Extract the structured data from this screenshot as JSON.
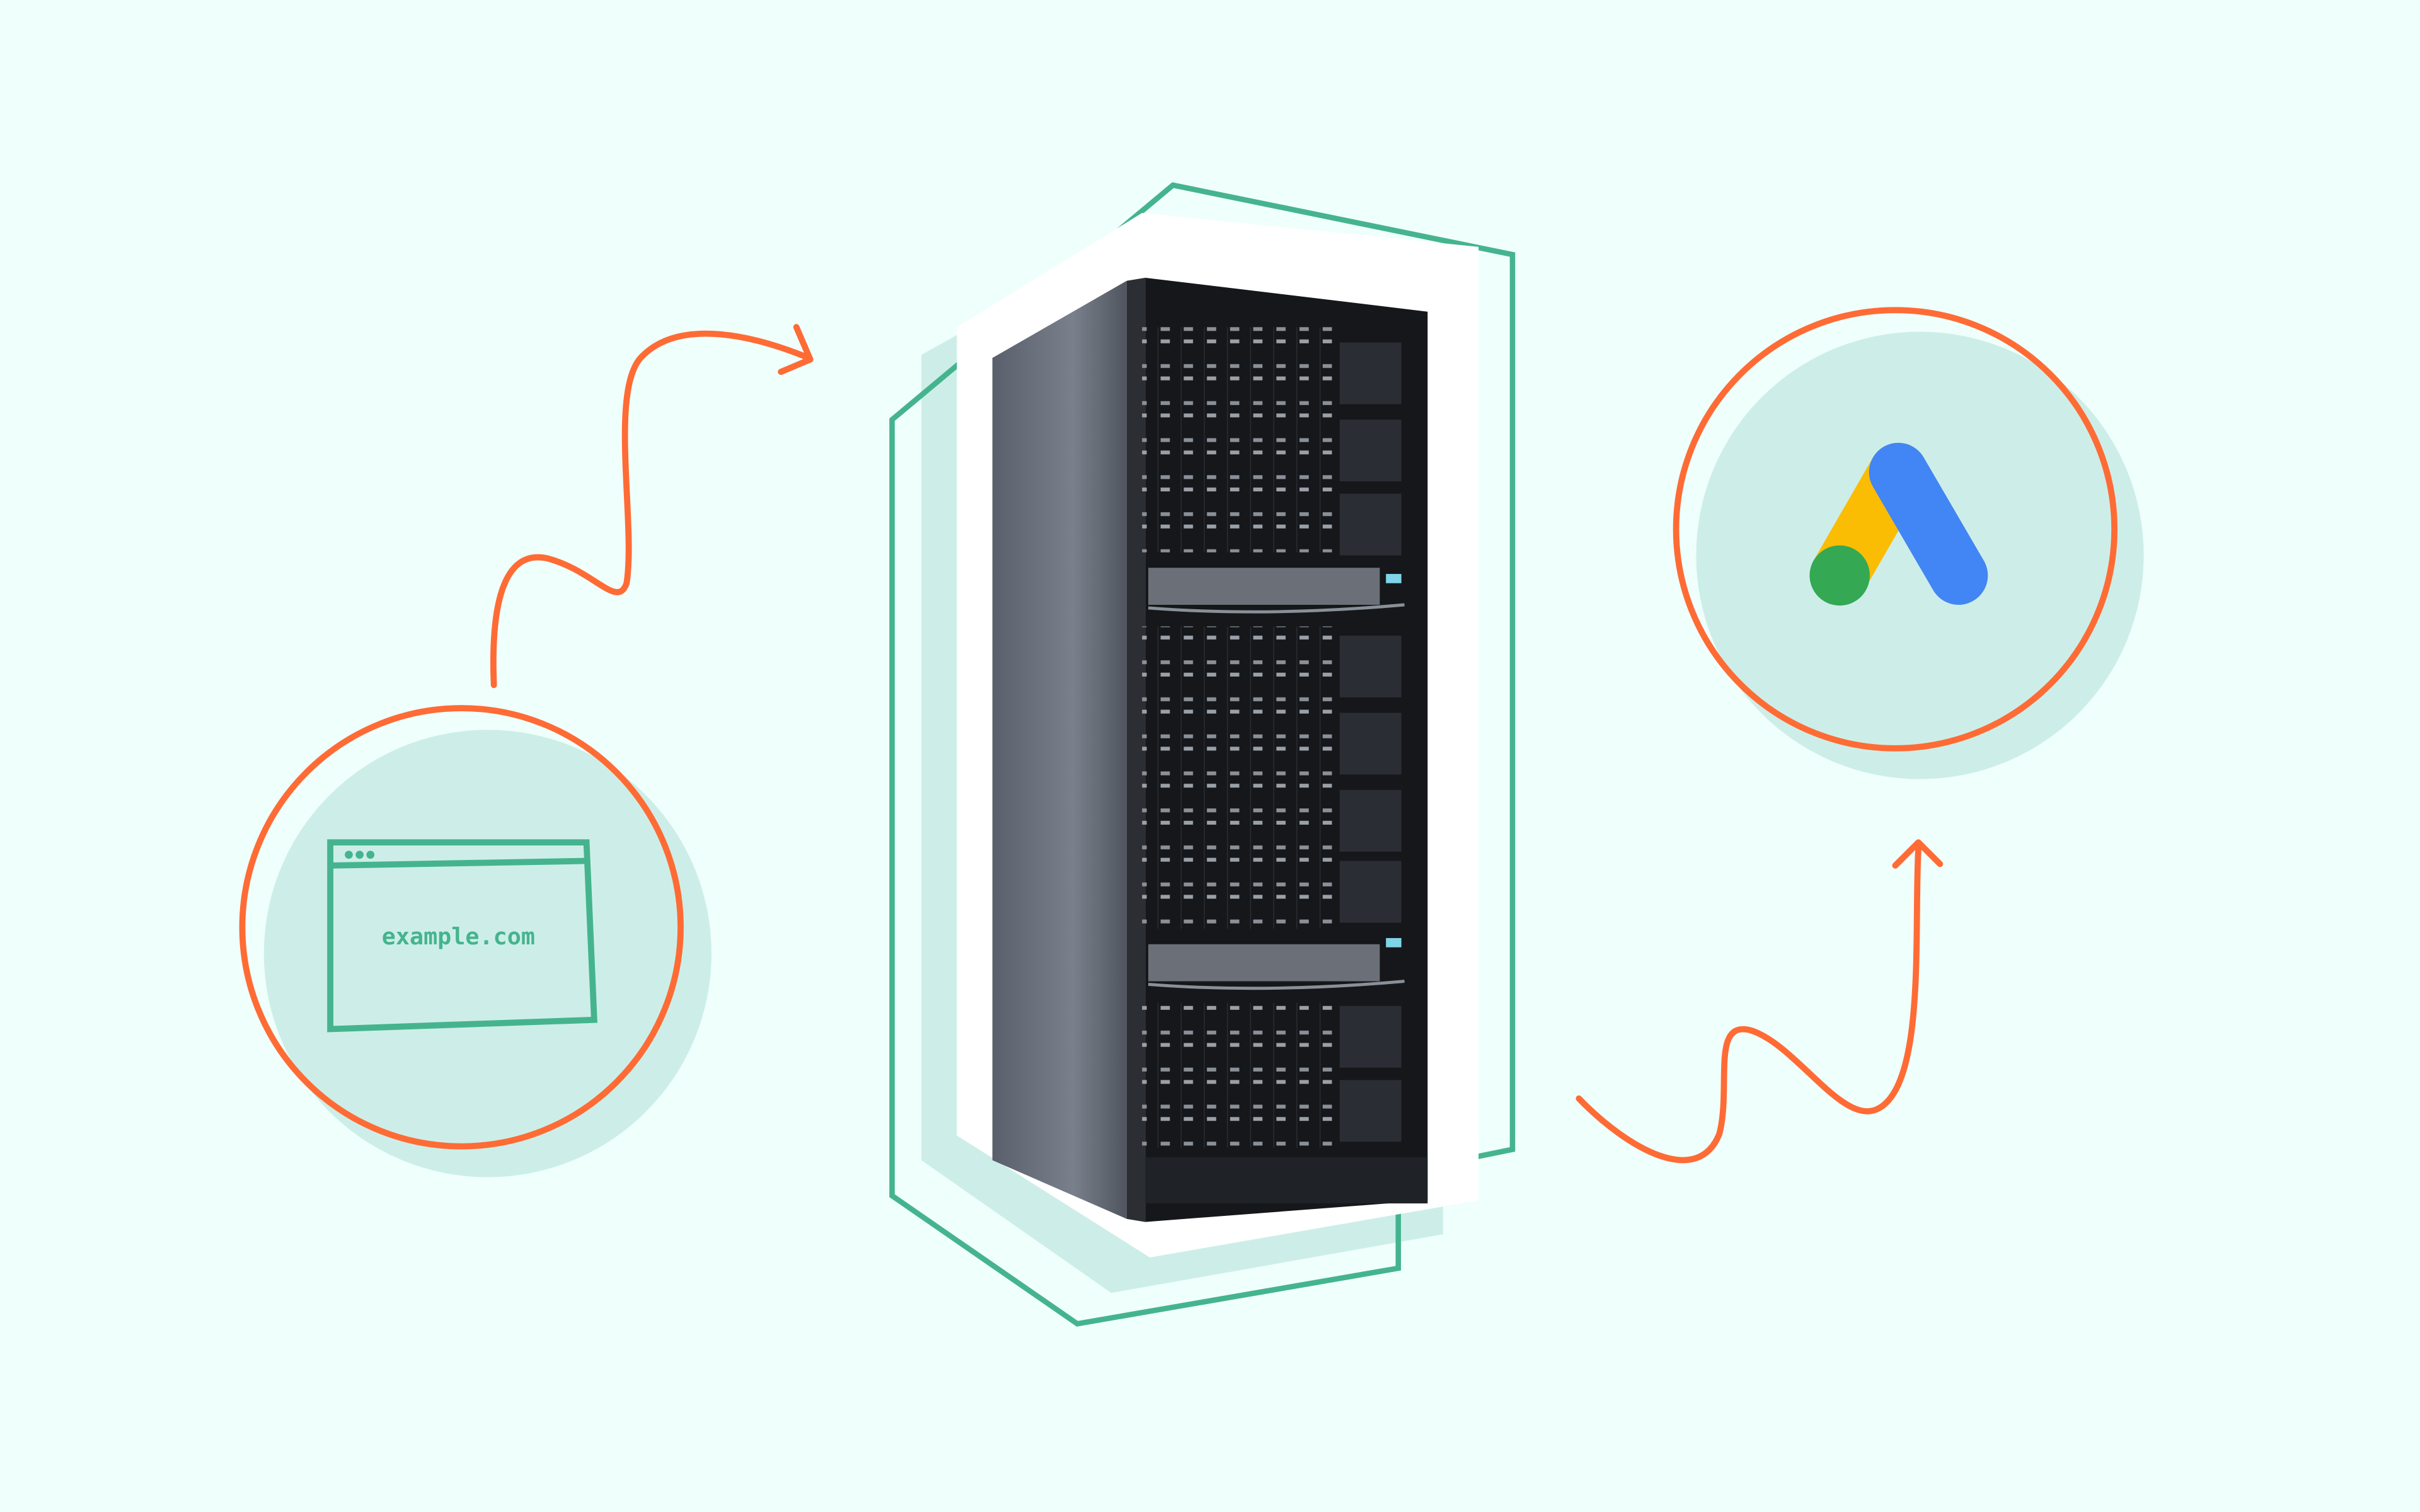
{
  "browser": {
    "url_text": "example.com"
  },
  "icons": {
    "source": "browser-window-icon",
    "server": "server-rack-image",
    "destination": "google-ads-logo"
  },
  "colors": {
    "background": "#effffb",
    "circle_fill": "#cdeee8",
    "accent_orange": "#ff6b35",
    "accent_green": "#45b48e",
    "ads_yellow": "#fbbc04",
    "ads_blue": "#4285f4",
    "ads_green": "#34a853"
  }
}
